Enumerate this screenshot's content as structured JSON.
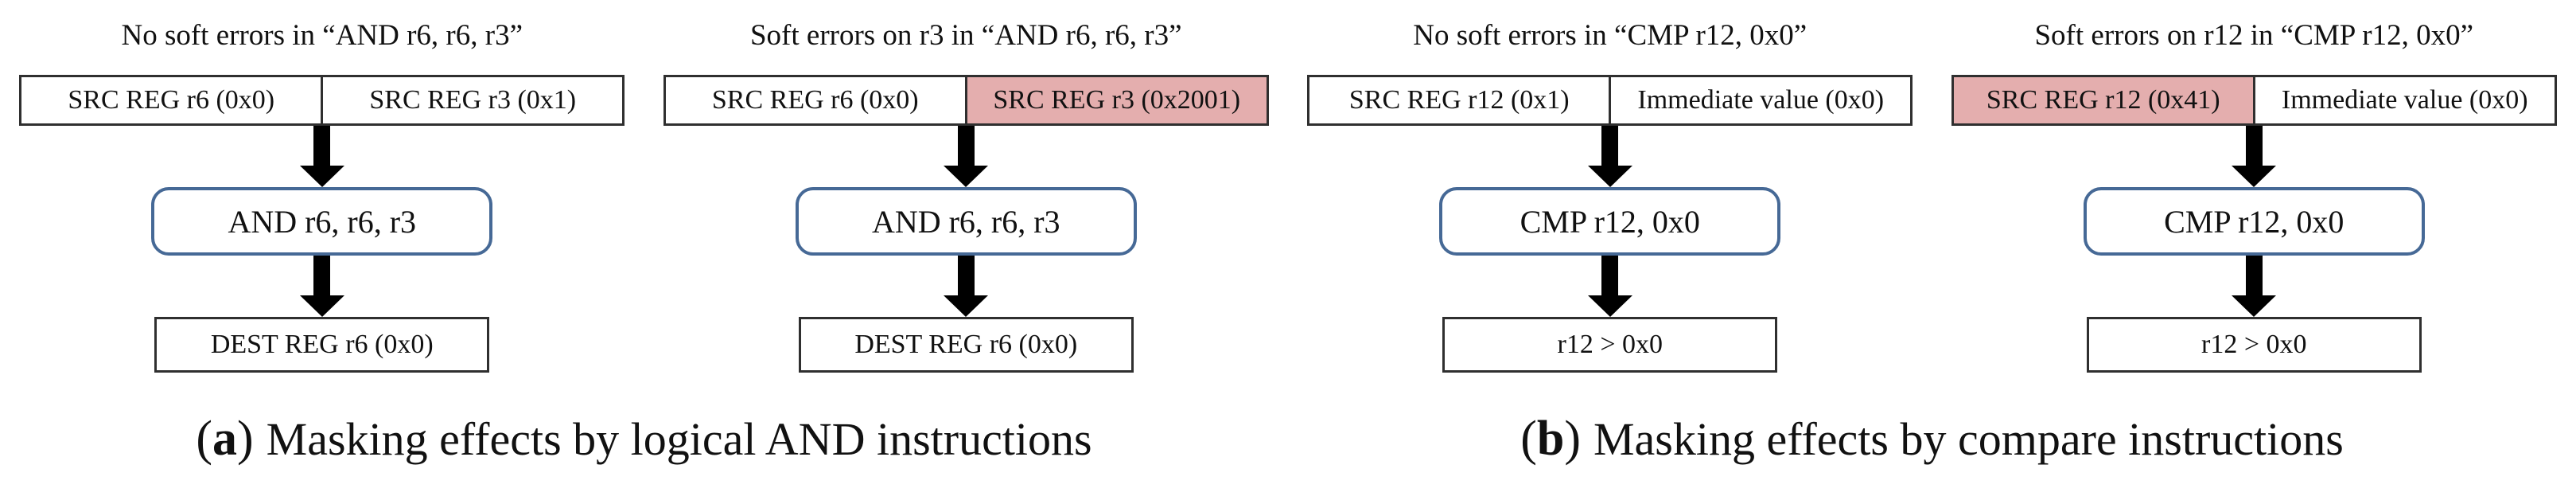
{
  "figure": {
    "colors": {
      "error_fill": "#e4aeae",
      "instruction_border": "#466996",
      "box_border": "#2f2f2f",
      "arrow": "#000000"
    },
    "panels": [
      {
        "title": "No soft errors in “AND r6, r6, r3”",
        "operands": [
          {
            "label": "SRC REG r6 (0x0)",
            "faulted": false
          },
          {
            "label": "SRC REG r3 (0x1)",
            "faulted": false
          }
        ],
        "instruction": "AND r6, r6, r3",
        "result": "DEST REG r6 (0x0)"
      },
      {
        "title": "Soft errors on r3 in “AND r6, r6, r3”",
        "operands": [
          {
            "label": "SRC REG r6 (0x0)",
            "faulted": false
          },
          {
            "label": "SRC REG r3 (0x2001)",
            "faulted": true
          }
        ],
        "instruction": "AND r6, r6, r3",
        "result": "DEST REG r6 (0x0)"
      },
      {
        "title": "No soft errors in “CMP r12, 0x0”",
        "operands": [
          {
            "label": "SRC REG r12 (0x1)",
            "faulted": false
          },
          {
            "label": "Immediate value (0x0)",
            "faulted": false
          }
        ],
        "instruction": "CMP r12, 0x0",
        "result": "r12 > 0x0"
      },
      {
        "title": "Soft errors on r12 in “CMP r12, 0x0”",
        "operands": [
          {
            "label": "SRC REG r12 (0x41)",
            "faulted": true
          },
          {
            "label": "Immediate value (0x0)",
            "faulted": false
          }
        ],
        "instruction": "CMP r12, 0x0",
        "result": "r12 > 0x0"
      }
    ],
    "captions": [
      {
        "open": "(",
        "letter": "a",
        "close": ")",
        "text": "Masking effects by logical AND instructions"
      },
      {
        "open": "(",
        "letter": "b",
        "close": ")",
        "text": "Masking effects by compare instructions"
      }
    ]
  }
}
